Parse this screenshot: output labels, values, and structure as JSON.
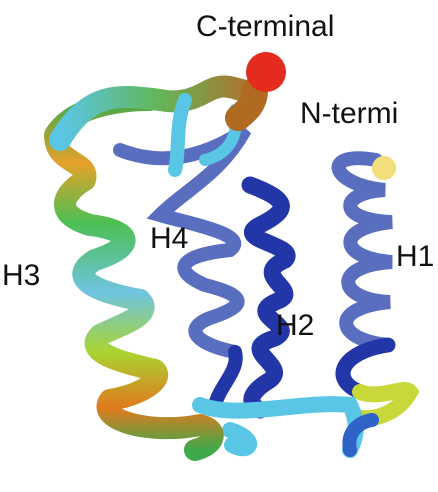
{
  "labels": {
    "c_terminal": "C-terminal",
    "n_terminal": "N-termi",
    "h1": "H1",
    "h2": "H2",
    "h3": "H3",
    "h4": "H4"
  },
  "colors": {
    "c_terminal_cap": "#e32b1e",
    "n_terminal_cap": "#f2de7a",
    "dark_blue": "#2336a8",
    "slate_blue": "#5a6ec0",
    "light_blue": "#5ac6e6",
    "green": "#4cbf52",
    "yellow_green": "#a9d431",
    "orange": "#e07a1e"
  }
}
